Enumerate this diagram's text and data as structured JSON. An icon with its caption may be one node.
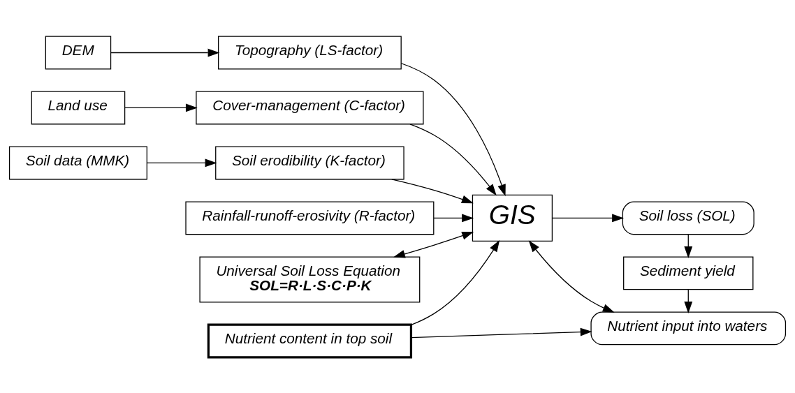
{
  "diagram": {
    "nodes": [
      {
        "text": [
          "DEM"
        ]
      },
      {
        "text": [
          "Topography (LS-factor)"
        ]
      },
      {
        "text": [
          "Land use"
        ]
      },
      {
        "text": [
          "Cover-management (C-factor)"
        ]
      },
      {
        "text": [
          "Soil data (MMK)"
        ]
      },
      {
        "text": [
          "Soil erodibility (K-factor)"
        ]
      },
      {
        "text": [
          "Rainfall-runoff-erosivity (R-factor)"
        ]
      },
      {
        "text": [
          "Universal Soil Loss Equation",
          "SOL=R·L·S·C·P·K"
        ]
      },
      {
        "text": [
          "GIS"
        ]
      },
      {
        "text": [
          "Soil loss (SOL)"
        ]
      },
      {
        "text": [
          "Sediment yield"
        ]
      },
      {
        "text": [
          "Nutrient content in top soil"
        ]
      },
      {
        "text": [
          "Nutrient input into waters"
        ]
      }
    ],
    "edges": [
      {
        "from": 0,
        "to": 1,
        "arrow": "to"
      },
      {
        "from": 2,
        "to": 3,
        "arrow": "to"
      },
      {
        "from": 4,
        "to": 5,
        "arrow": "to"
      },
      {
        "from": 1,
        "to": 8,
        "arrow": "to"
      },
      {
        "from": 3,
        "to": 8,
        "arrow": "to"
      },
      {
        "from": 5,
        "to": 8,
        "arrow": "to"
      },
      {
        "from": 6,
        "to": 8,
        "arrow": "to"
      },
      {
        "from": 7,
        "to": 8,
        "arrow": "both"
      },
      {
        "from": 8,
        "to": 9,
        "arrow": "to"
      },
      {
        "from": 9,
        "to": 10,
        "arrow": "to"
      },
      {
        "from": 10,
        "to": 12,
        "arrow": "to"
      },
      {
        "from": 11,
        "to": 8,
        "arrow": "to"
      },
      {
        "from": 11,
        "to": 12,
        "arrow": "to"
      },
      {
        "from": 8,
        "to": 12,
        "arrow": "both"
      }
    ]
  }
}
